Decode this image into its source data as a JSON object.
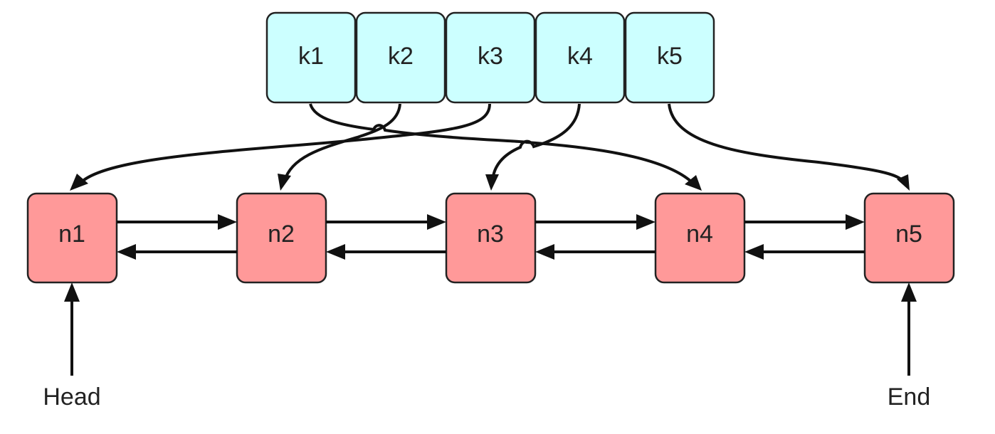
{
  "keys": [
    {
      "id": "k1",
      "label": "k1"
    },
    {
      "id": "k2",
      "label": "k2"
    },
    {
      "id": "k3",
      "label": "k3"
    },
    {
      "id": "k4",
      "label": "k4"
    },
    {
      "id": "k5",
      "label": "k5"
    }
  ],
  "nodes": [
    {
      "id": "n1",
      "label": "n1"
    },
    {
      "id": "n2",
      "label": "n2"
    },
    {
      "id": "n3",
      "label": "n3"
    },
    {
      "id": "n4",
      "label": "n4"
    },
    {
      "id": "n5",
      "label": "n5"
    }
  ],
  "key_to_node": [
    {
      "from": "k1",
      "to": "n4"
    },
    {
      "from": "k2",
      "to": "n2"
    },
    {
      "from": "k3",
      "to": "n1"
    },
    {
      "from": "k4",
      "to": "n3"
    },
    {
      "from": "k5",
      "to": "n5"
    }
  ],
  "pointers": {
    "head": {
      "label": "Head",
      "target": "n1"
    },
    "end": {
      "label": "End",
      "target": "n5"
    }
  },
  "colors": {
    "key_fill": "#ccffff",
    "node_fill": "#ff9999",
    "stroke": "#222222"
  }
}
